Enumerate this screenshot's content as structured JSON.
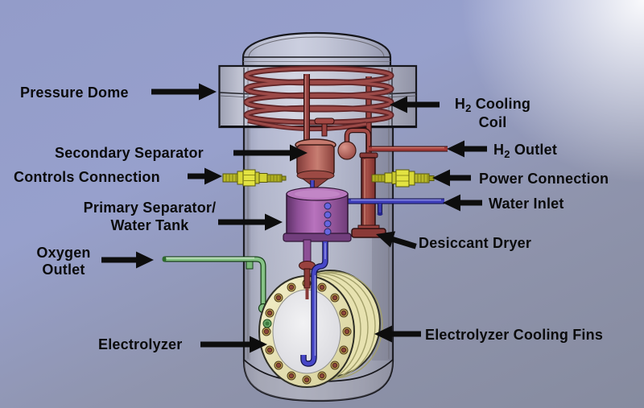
{
  "callouts": {
    "left": [
      {
        "id": "pressure-dome",
        "label": "Pressure Dome"
      },
      {
        "id": "secondary-separator",
        "label": "Secondary Separator"
      },
      {
        "id": "controls-connection",
        "label": "Controls Connection"
      },
      {
        "id": "primary-separator-water-tank",
        "label": "Primary Separator/",
        "label2": "Water Tank"
      },
      {
        "id": "oxygen-outlet",
        "label": "Oxygen",
        "label2": "Outlet"
      },
      {
        "id": "electrolyzer",
        "label": "Electrolyzer"
      }
    ],
    "right": [
      {
        "id": "h2-cooling-coil",
        "formula_base": "H",
        "formula_sub": "2",
        "label": " Cooling",
        "label2": "Coil"
      },
      {
        "id": "h2-outlet",
        "formula_base": "H",
        "formula_sub": "2",
        "label": " Outlet"
      },
      {
        "id": "power-connection",
        "label": "Power Connection"
      },
      {
        "id": "water-inlet",
        "label": "Water Inlet"
      },
      {
        "id": "desiccant-dryer",
        "label": "Desiccant Dryer"
      },
      {
        "id": "electrolyzer-cooling-fins",
        "label": "Electrolyzer Cooling Fins"
      }
    ]
  },
  "colors": {
    "label_text": "#0b0b0b",
    "arrow": "#0d0d0d",
    "background_top_left": "#939cc9",
    "background_bottom": "#868b9f",
    "background_highlight": "#ffffff",
    "vessel_glass": "#d9dae0",
    "cooling_coil": "#7a3034",
    "separator_vessel": "#b5655e",
    "water_tank": "#a260a8",
    "desiccant_dryer": "#a85048",
    "water_pipe": "#4040bc",
    "oxygen_pipe": "#86c286",
    "electrical_connector": "#e3e342",
    "electrolyzer_body": "#ece7b8",
    "bolt": "#bfa254"
  }
}
